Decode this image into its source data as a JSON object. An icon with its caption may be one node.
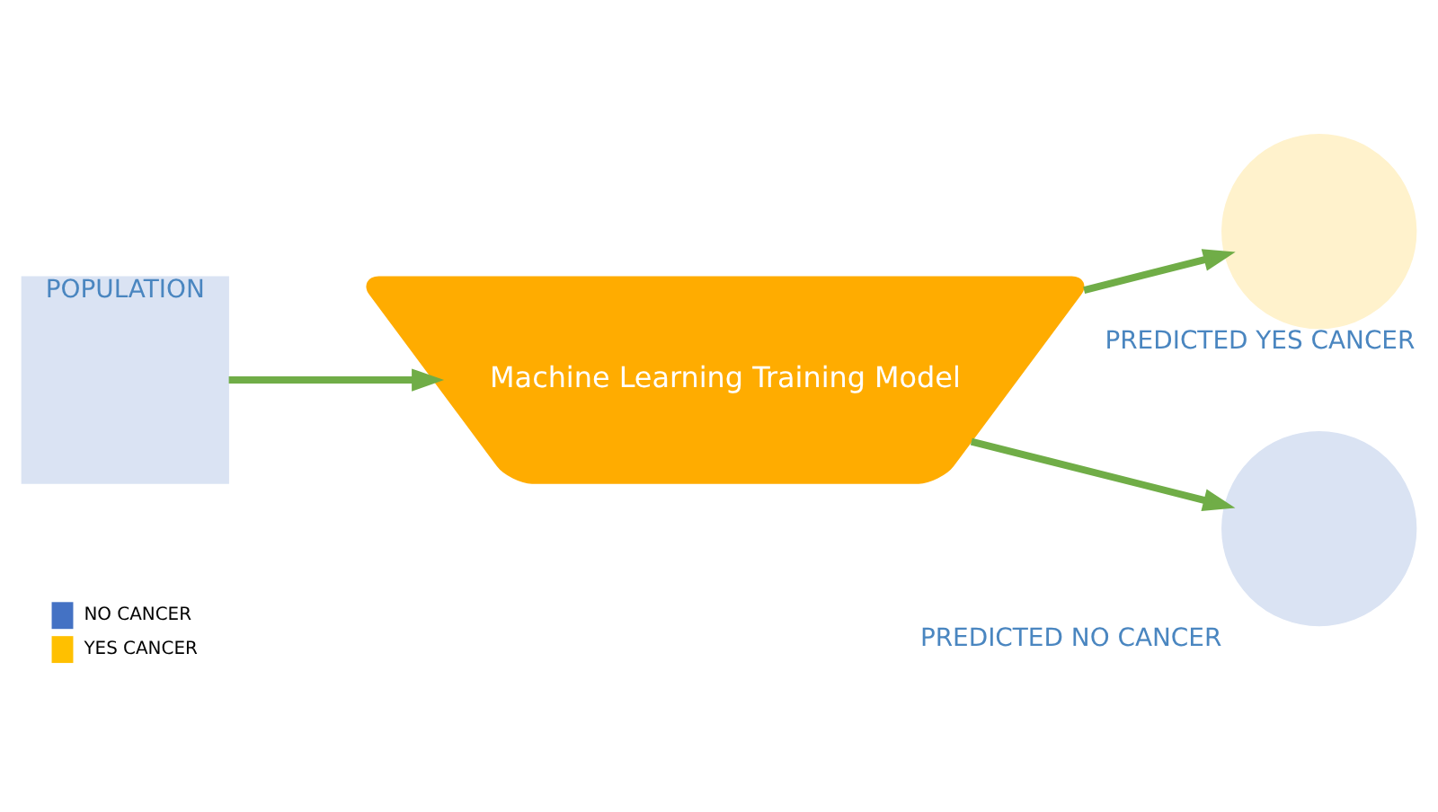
{
  "diagram": {
    "nodes": [
      {
        "text": [
          "POPULATION"
        ]
      },
      {
        "text": [
          "Machine Learning Training Model"
        ]
      },
      {
        "text": [],
        "shape": "circle",
        "beside": [
          "PREDICTED YES CANCER"
        ]
      },
      {
        "text": [],
        "shape": "circle",
        "beside": [
          "PREDICTED NO CANCER"
        ]
      }
    ],
    "edges": [
      {
        "from": 0,
        "to": 1,
        "arrow": "to"
      },
      {
        "from": 1,
        "to": 2,
        "arrow": "to"
      },
      {
        "from": 1,
        "to": 3,
        "arrow": "to"
      }
    ],
    "legend": [
      {
        "text": "NO CANCER",
        "color": "#4472c4"
      },
      {
        "text": "YES CANCER",
        "color": "#ffc000"
      }
    ]
  }
}
